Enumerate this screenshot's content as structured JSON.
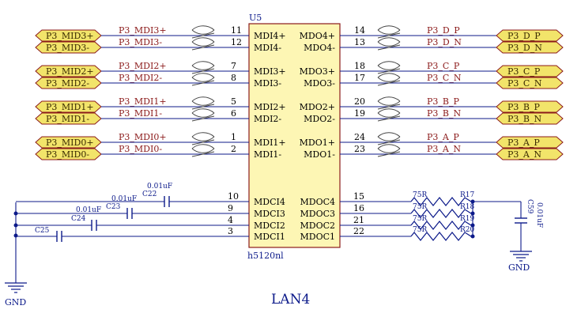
{
  "chip": {
    "designator": "U5",
    "part": "h5120nl",
    "left_pins": [
      {
        "num": "11",
        "name": "MDI4+",
        "net": "P3_MID3+",
        "label": "P3_MDI3+"
      },
      {
        "num": "12",
        "name": "MDI4-",
        "net": "P3_MID3-",
        "label": "P3_MDI3-"
      },
      {
        "num": "7",
        "name": "MDI3+",
        "net": "P3_MID2+",
        "label": "P3_MDI2+"
      },
      {
        "num": "8",
        "name": "MDI3-",
        "net": "P3_MID2-",
        "label": "P3_MDI2-"
      },
      {
        "num": "5",
        "name": "MDI2+",
        "net": "P3_MID1+",
        "label": "P3_MDI1+"
      },
      {
        "num": "6",
        "name": "MDI2-",
        "net": "P3_MID1-",
        "label": "P3_MDI1-"
      },
      {
        "num": "1",
        "name": "MDI1+",
        "net": "P3_MID0+",
        "label": "P3_MDI0+"
      },
      {
        "num": "2",
        "name": "MDI1-",
        "net": "P3_MID0-",
        "label": "P3_MDI0-"
      }
    ],
    "right_pins": [
      {
        "num": "14",
        "name": "MDO4+",
        "net": "P3_D_P",
        "label": "P3_D_P"
      },
      {
        "num": "13",
        "name": "MDO4-",
        "net": "P3_D_N",
        "label": "P3_D_N"
      },
      {
        "num": "18",
        "name": "MDO3+",
        "net": "P3_C_P",
        "label": "P3_C_P"
      },
      {
        "num": "17",
        "name": "MDO3-",
        "net": "P3_C_N",
        "label": "P3_C_N"
      },
      {
        "num": "20",
        "name": "MDO2+",
        "net": "P3_B_P",
        "label": "P3_B_P"
      },
      {
        "num": "19",
        "name": "MDO2-",
        "net": "P3_B_N",
        "label": "P3_B_N"
      },
      {
        "num": "24",
        "name": "MDO1+",
        "net": "P3_A_P",
        "label": "P3_A_P"
      },
      {
        "num": "23",
        "name": "MDO1-",
        "net": "P3_A_N",
        "label": "P3_A_N"
      }
    ],
    "left_ct_pins": [
      {
        "num": "10",
        "name": "MDCI4"
      },
      {
        "num": "9",
        "name": "MDCI3"
      },
      {
        "num": "4",
        "name": "MDCI2"
      },
      {
        "num": "3",
        "name": "MDCI1"
      }
    ],
    "right_ct_pins": [
      {
        "num": "15",
        "name": "MDOC4"
      },
      {
        "num": "16",
        "name": "MDOC3"
      },
      {
        "num": "21",
        "name": "MDOC2"
      },
      {
        "num": "22",
        "name": "MDOC1"
      }
    ]
  },
  "capacitors": [
    {
      "ref": "C22",
      "value": "0.01uF"
    },
    {
      "ref": "C23",
      "value": "0.01uF"
    },
    {
      "ref": "C24",
      "value": "0.01uF"
    },
    {
      "ref": "C25",
      "value": ""
    }
  ],
  "resistors": [
    {
      "ref": "R17",
      "value": "75R"
    },
    {
      "ref": "R18",
      "value": "75R"
    },
    {
      "ref": "R19",
      "value": "75R"
    },
    {
      "ref": "R20",
      "value": "75R"
    }
  ],
  "cap_c59": {
    "ref": "C59",
    "value": "0.01uF"
  },
  "ground": {
    "left_label": "GND",
    "right_label": "GND"
  },
  "title": "LAN4",
  "colors": {
    "wire": "#0c1a8a",
    "port_fill": "#f2e46a",
    "chip_fill": "#fdf6b4",
    "net_text": "#8b1a1a"
  }
}
